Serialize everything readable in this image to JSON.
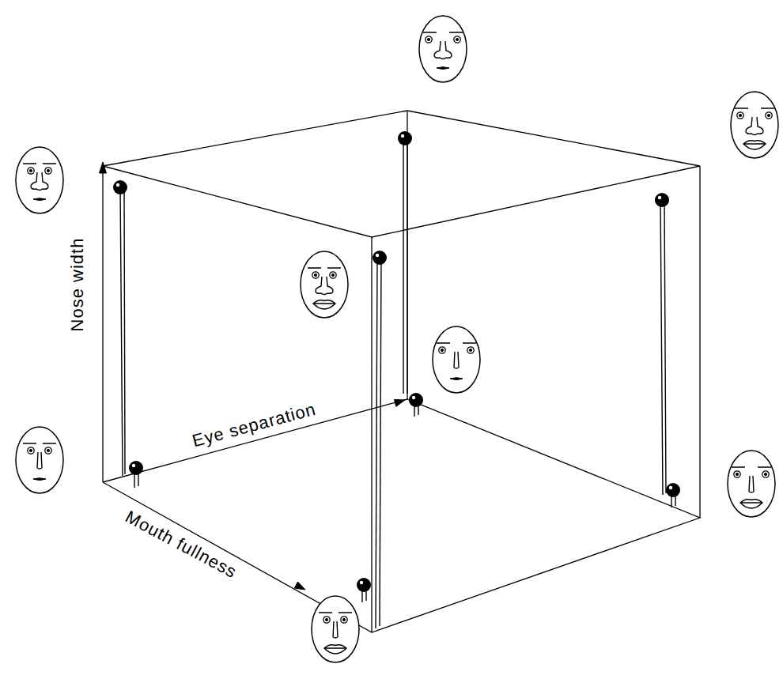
{
  "diagram": {
    "labels": [
      "Nose width",
      "Eye separation",
      "Mouth fullness"
    ]
  }
}
